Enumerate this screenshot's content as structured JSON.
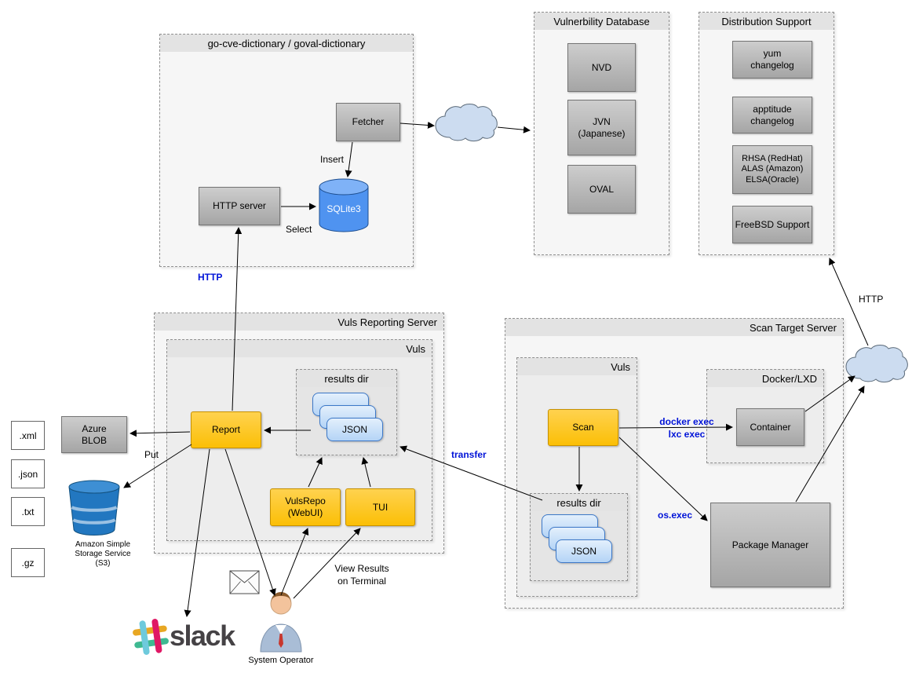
{
  "containers": {
    "cve_dict": "go-cve-dictionary / goval-dictionary",
    "vuln_db": "Vulnerbility Database",
    "dist_support": "Distribution Support",
    "reporting_server": "Vuls Reporting Server",
    "reporting_vuls": "Vuls",
    "reporting_results_dir": "results dir",
    "scan_target_server": "Scan Target Server",
    "scan_vuls": "Vuls",
    "scan_results_dir": "results dir",
    "docker_lxd": "Docker/LXD"
  },
  "nodes": {
    "fetcher": "Fetcher",
    "http_server": "HTTP server",
    "sqlite3": "SQLite3",
    "nvd": "NVD",
    "jvn": "JVN\n(Japanese)",
    "oval": "OVAL",
    "yum_changelog": "yum\nchangelog",
    "apptitude_changelog": "apptitude\nchangelog",
    "rhsa_alas_elsa": "RHSA (RedHat)\nALAS (Amazon)\nELSA(Oracle)",
    "freebsd_support": "FreeBSD Support",
    "report": "Report",
    "vulsrepo": "VulsRepo\n(WebUI)",
    "tui": "TUI",
    "scan": "Scan",
    "container": "Container",
    "package_manager": "Package Manager",
    "azure_blob": "Azure\nBLOB",
    "json_reporting": "JSON",
    "json_scan": "JSON"
  },
  "file_formats": [
    ".xml",
    ".json",
    ".txt",
    ".gz"
  ],
  "edge_labels": {
    "insert": "Insert",
    "select": "Select",
    "http_dictionary": "HTTP",
    "put": "Put",
    "transfer": "transfer",
    "docker_exec": "docker exec\nlxc exec",
    "os_exec": "os.exec",
    "http_distribution": "HTTP",
    "view_results": "View Results\non Terminal"
  },
  "captions": {
    "s3": "Amazon Simple\nStorage Service\n(S3)",
    "slack": "slack",
    "system_operator": "System Operator"
  },
  "colors": {
    "node_gray": "#b8b8b8",
    "node_yellow": "#fcc30f",
    "json_card_blue": "#bcd8f6",
    "sqlite_blue": "#4f93f0",
    "s3_bucket_blue": "#2277c0",
    "edge_label_blue": "#0013d8"
  }
}
